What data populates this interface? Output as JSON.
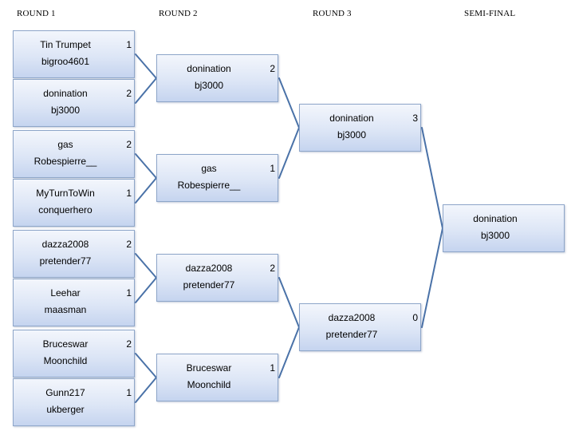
{
  "headers": [
    "ROUND 1",
    "ROUND 2",
    "ROUND 3",
    "SEMI-FINAL"
  ],
  "round1": [
    {
      "player": "Tin Trumpet",
      "team": "bigroo4601",
      "score": "1"
    },
    {
      "player": "donination",
      "team": "bj3000",
      "score": "2"
    },
    {
      "player": "gas",
      "team": "Robespierre__",
      "score": "2"
    },
    {
      "player": "MyTurnToWin",
      "team": "conquerhero",
      "score": "1"
    },
    {
      "player": "dazza2008",
      "team": "pretender77",
      "score": "2"
    },
    {
      "player": "Leehar",
      "team": "maasman",
      "score": "1"
    },
    {
      "player": "Bruceswar",
      "team": "Moonchild",
      "score": "2"
    },
    {
      "player": "Gunn217",
      "team": "ukberger",
      "score": "1"
    }
  ],
  "round2": [
    {
      "player": "donination",
      "team": "bj3000",
      "score": "2"
    },
    {
      "player": "gas",
      "team": "Robespierre__",
      "score": "1"
    },
    {
      "player": "dazza2008",
      "team": "pretender77",
      "score": "2"
    },
    {
      "player": "Bruceswar",
      "team": "Moonchild",
      "score": "1"
    }
  ],
  "round3": [
    {
      "player": "donination",
      "team": "bj3000",
      "score": "3"
    },
    {
      "player": "dazza2008",
      "team": "pretender77",
      "score": "0"
    }
  ],
  "semifinal": [
    {
      "player": "donination",
      "team": "bj3000",
      "score": ""
    }
  ],
  "colors": {
    "line": "#4a72a8",
    "box_border": "#8ea6c9",
    "box_top": "#f3f6fc",
    "box_bottom": "#c5d4ef"
  }
}
